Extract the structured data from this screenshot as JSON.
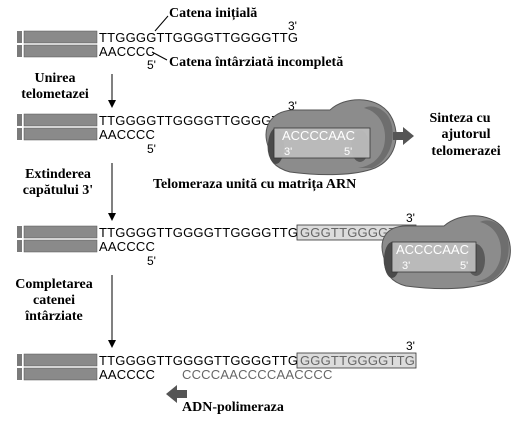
{
  "strands": {
    "top_seq": "TTGGGGTTGGGGTTGGGGTTG",
    "bottom_seq": "AACCCC",
    "extension_seq": "GGGTTGGGGTTG",
    "lagging_fill_seq": "CCCCAACCCCAACCCC",
    "template_seq": "ACCCCAAC",
    "three_prime": "3'",
    "five_prime": "5'"
  },
  "labels": {
    "initial_strand": "Catena inițială",
    "lagging_incomplete": "Catena întârziată incompletă",
    "step1_line1": "Unirea",
    "step1_line2": "telometazei",
    "step2_line1": "Extinderea",
    "step2_line2": "capătului 3'",
    "step3_line1": "Completarea",
    "step3_line2": "catenei",
    "step3_line3": "întârziate",
    "synthesis_line1": "Sinteza cu",
    "synthesis_line2": "ajutorul",
    "synthesis_line3": "telomerazei",
    "telomerase_rna": "Telomeraza unită cu matrița ARN",
    "dna_polymerase": "ADN-polimeraza"
  },
  "colors": {
    "bar_dark": "#7a7a7a",
    "bar_light": "#b8b8b8",
    "enzyme_body": "#8c8c8c",
    "enzyme_shadow": "#4a4a4a",
    "arrow_dark": "#555555",
    "extension_box": "#d9d9d9"
  }
}
